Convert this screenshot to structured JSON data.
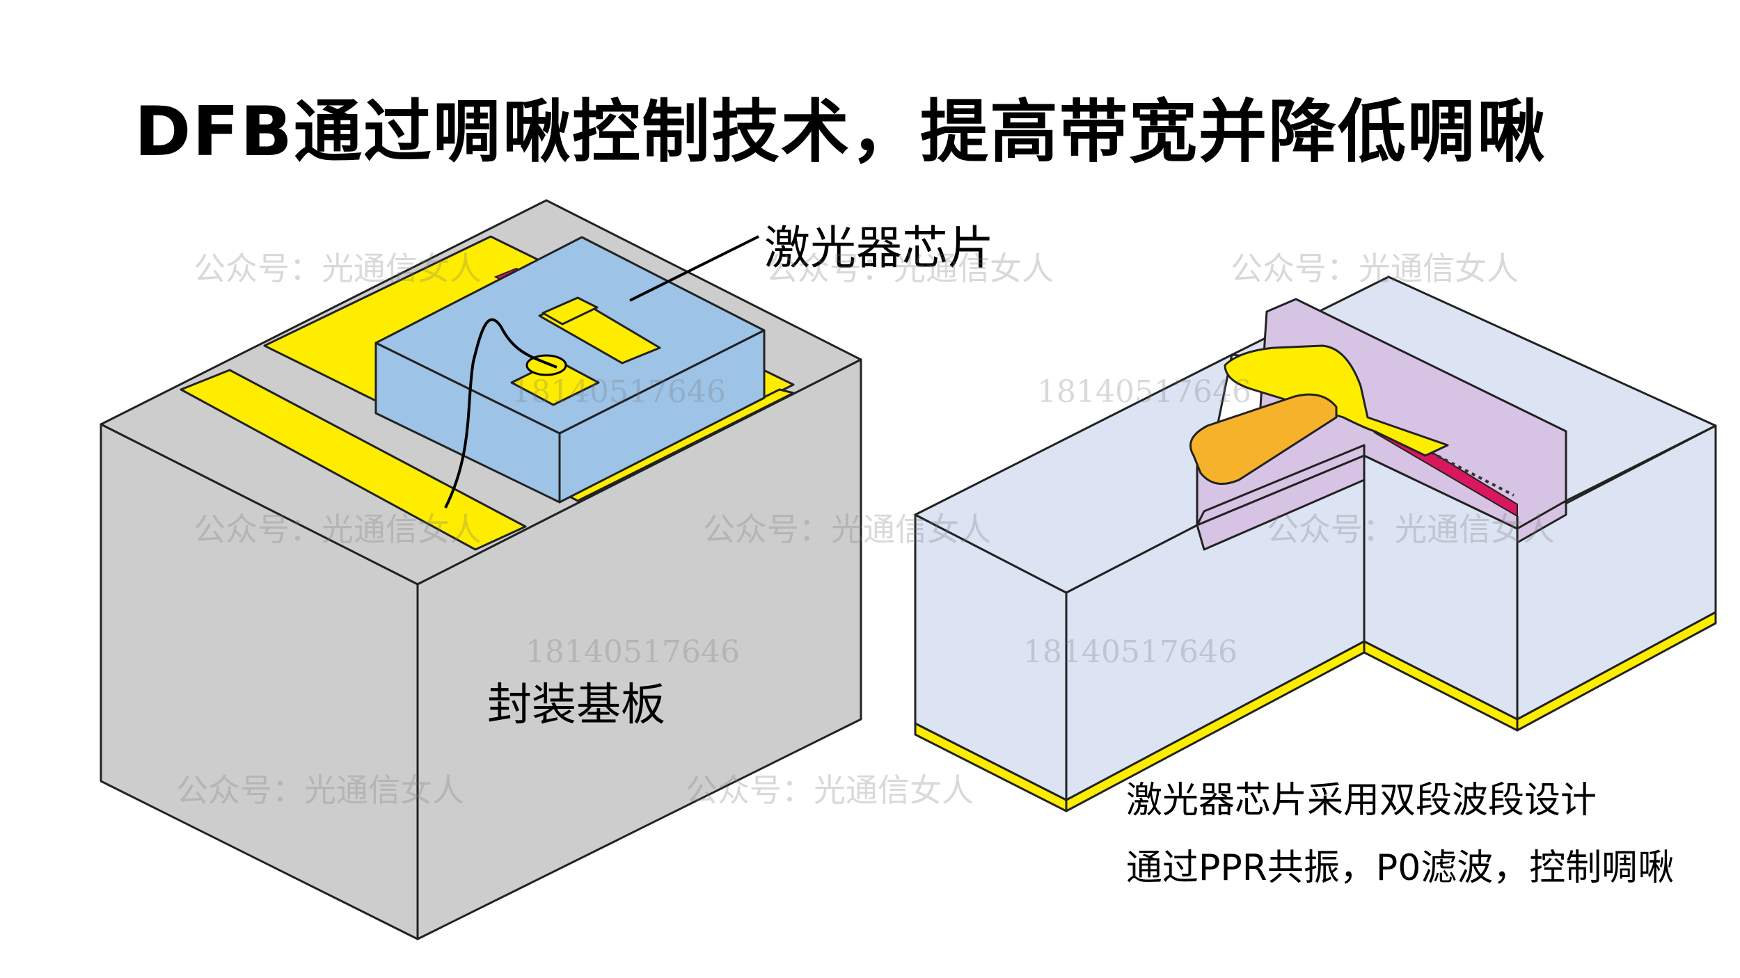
{
  "title": "DFB通过啁啾控制技术，提高带宽并降低啁啾",
  "labels": {
    "laser_chip": "激光器芯片",
    "package_substrate": "封装基板",
    "note_line1": "激光器芯片采用双段波段设计",
    "note_line2": "通过PPR共振，P0滤波，控制啁啾"
  },
  "watermarks": {
    "account": "公众号：光通信女人",
    "number": "18140517646"
  },
  "colors": {
    "substrate_gray": "#cdcdcd",
    "gold_pad": "#ffed00",
    "chip_blue": "#9dc3e6",
    "waveguide_red": "#d9175f",
    "cutaway_face": "#dce3f3",
    "trench_purple": "#d7c3e3",
    "electrode_orange": "#f6b22a"
  }
}
